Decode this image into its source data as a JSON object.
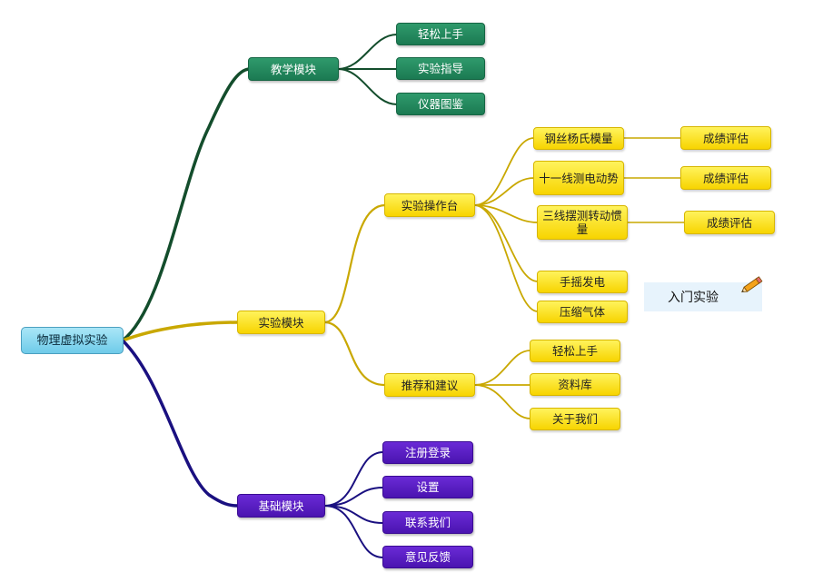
{
  "mindmap": {
    "root": "物理虚拟实验",
    "colors": {
      "green": "#1b7a52",
      "yellow": "#d7b600",
      "purple": "#2a1a8c",
      "root": "#6fcbe9"
    },
    "branches": [
      {
        "label": "教学模块",
        "color": "green",
        "children": [
          "轻松上手",
          "实验指导",
          "仪器图鉴"
        ]
      },
      {
        "label": "实验模块",
        "color": "yellow",
        "children": [
          {
            "label": "实验操作台",
            "children": [
              {
                "label": "钢丝杨氏模量",
                "eval": "成绩评估"
              },
              {
                "label": "十一线测电动势",
                "eval": "成绩评估"
              },
              {
                "label": "三线摆测转动惯量",
                "eval": "成绩评估"
              },
              {
                "label": "手摇发电"
              },
              {
                "label": "压缩气体"
              }
            ]
          },
          {
            "label": "推荐和建议",
            "children": [
              "轻松上手",
              "资料库",
              "关于我们"
            ]
          }
        ]
      },
      {
        "label": "基础模块",
        "color": "purple",
        "children": [
          "注册登录",
          "设置",
          "联系我们",
          "意见反馈"
        ]
      }
    ],
    "note": {
      "text": "入门实验",
      "icon": "pencil-icon"
    }
  }
}
